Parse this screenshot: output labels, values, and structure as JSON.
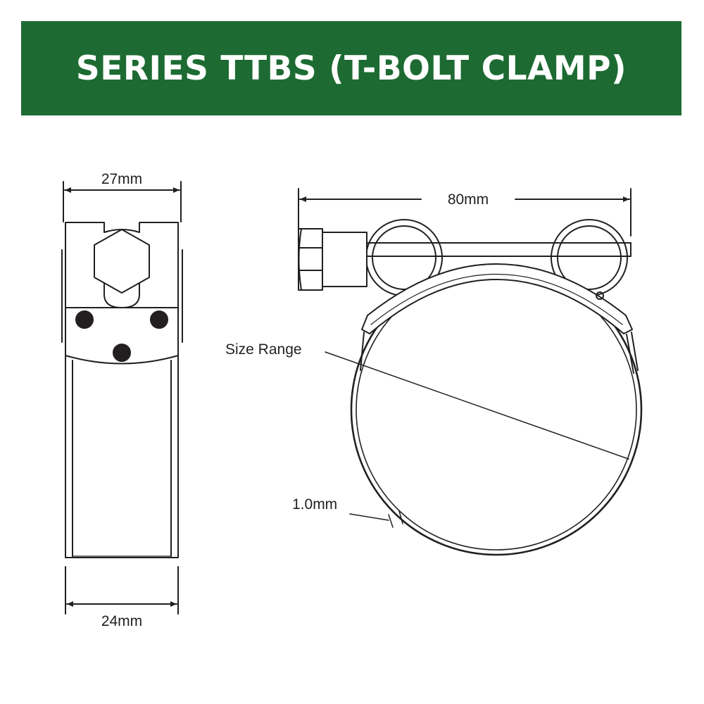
{
  "title": "SERIES TTBS (T-BOLT CLAMP)",
  "colors": {
    "banner": "#1d6b32",
    "line": "#231f20",
    "background": "#ffffff"
  },
  "dimensions": {
    "top_width": "27mm",
    "band_width": "24mm",
    "overall_length": "80mm",
    "size_range": "Size Range",
    "band_thickness": "1.0mm"
  }
}
